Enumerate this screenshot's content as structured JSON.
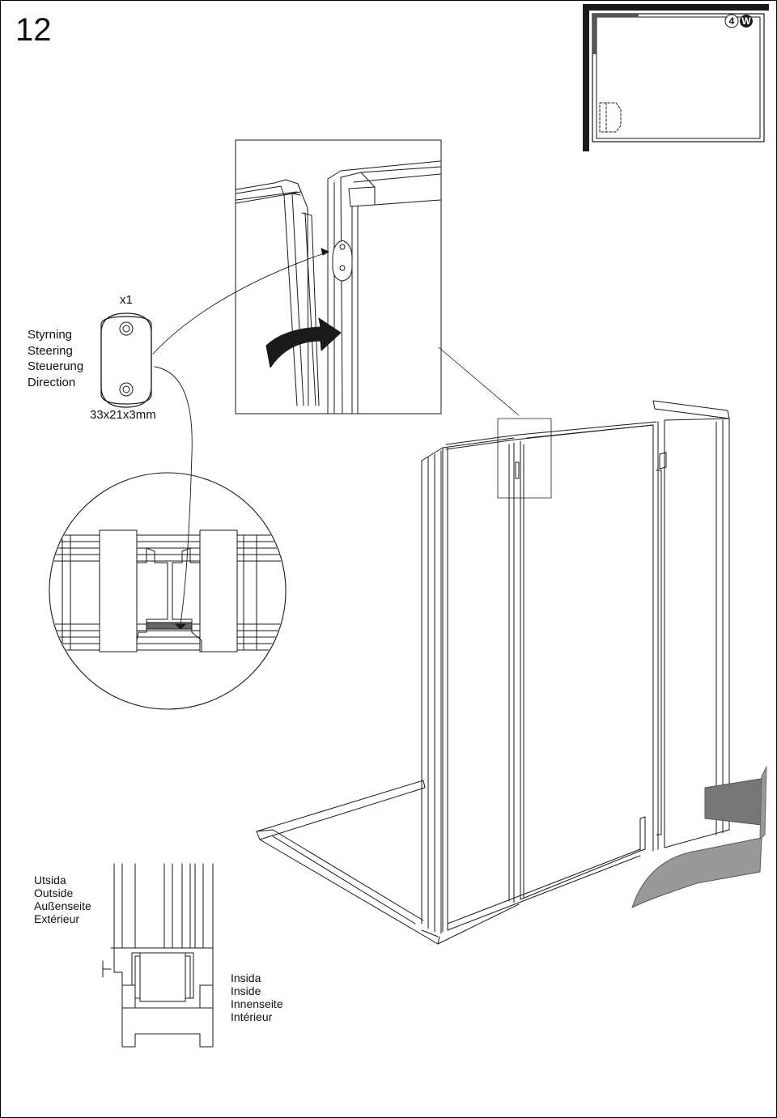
{
  "page": {
    "step_number": "12",
    "badge": {
      "number": "4",
      "letter": "W"
    }
  },
  "part": {
    "quantity": "x1",
    "names": [
      "Styrning",
      "Steering",
      "Steuerung",
      "Direction"
    ],
    "dimensions": "33x21x3mm"
  },
  "outside_label": [
    "Utsida",
    "Outside",
    "Außenseite",
    "Extérieur"
  ],
  "inside_label": [
    "Insida",
    "Inside",
    "Innenseite",
    "Intérieur"
  ],
  "icons": [
    "floorplan-indicator-icon",
    "curved-arrow-icon",
    "steering-piece-icon"
  ]
}
